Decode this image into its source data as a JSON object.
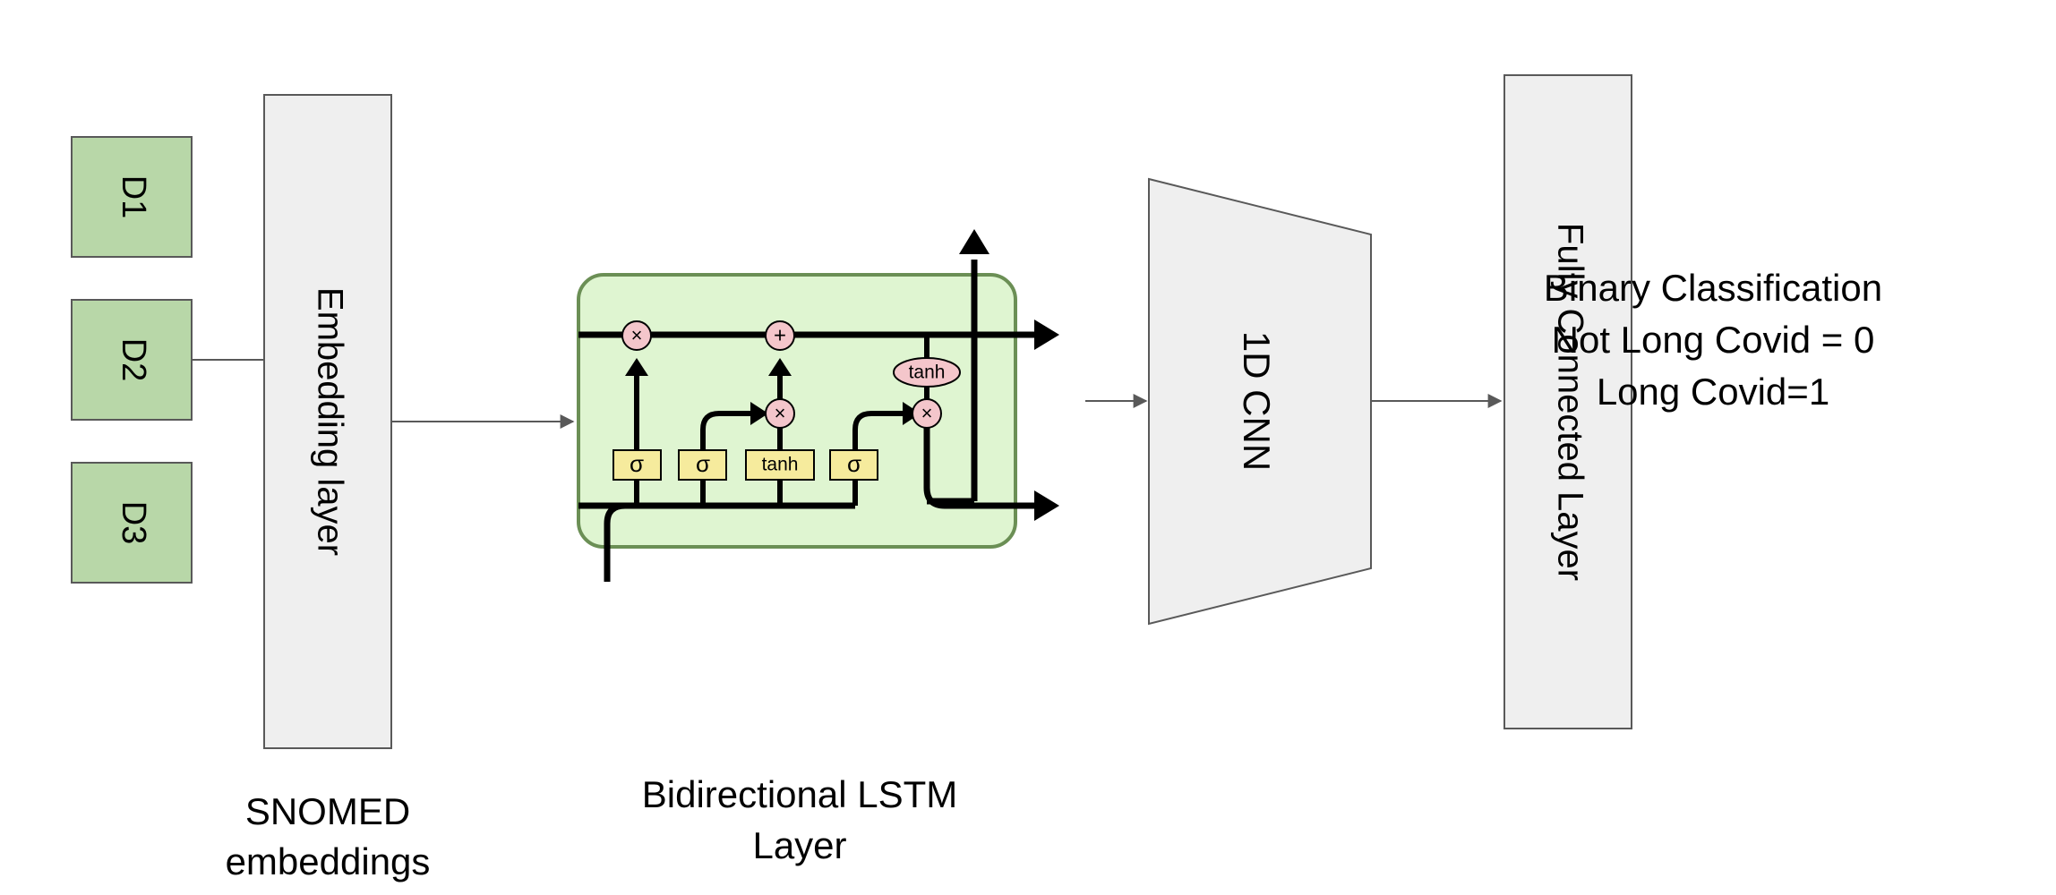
{
  "inputs": [
    "D1",
    "D2",
    "D3"
  ],
  "embedding": {
    "box_label": "Embedding layer",
    "caption_lines": [
      "SNOMED",
      "embeddings"
    ]
  },
  "lstm": {
    "gates": [
      "σ",
      "σ",
      "tanh",
      "σ"
    ],
    "ops": {
      "multiply": "×",
      "add": "+"
    },
    "tanh_label": "tanh",
    "caption_lines": [
      "Bidirectional LSTM",
      "Layer"
    ]
  },
  "cnn": {
    "label": "1D CNN"
  },
  "fc": {
    "label": "Fully Connected Layer"
  },
  "output": {
    "lines": [
      "Binary Classification",
      "Not Long Covid = 0",
      "Long Covid=1"
    ]
  },
  "colors": {
    "input_fill": "#b8d7a8",
    "layer_fill": "#efefef",
    "lstm_fill": "#dff5d1",
    "lstm_stroke": "#6b8f55",
    "gate_fill": "#f6eb9d",
    "op_fill": "#f4c6cb",
    "stroke": "#595959"
  }
}
